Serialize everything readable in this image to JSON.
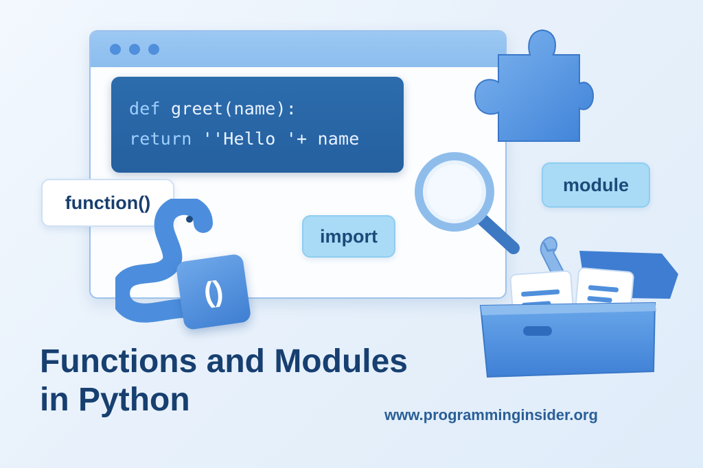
{
  "window": {
    "code": {
      "line1": {
        "keyword": "def",
        "rest": " greet(name):"
      },
      "line2": {
        "keyword": "return",
        "rest": " ''Hello '+ name"
      }
    }
  },
  "tags": {
    "function": "function()",
    "import": "import",
    "module": "module"
  },
  "block_icon_text": "()",
  "headline": {
    "line1": "Functions and Modules",
    "line2": "in Python"
  },
  "website": "www.programminginsider.org",
  "icons": [
    "puzzle-piece-icon",
    "magnifying-glass-icon",
    "python-snake-icon",
    "toolbox-icon",
    "wrench-icon",
    "document-icon"
  ],
  "colors": {
    "primary_blue": "#4a8ee0",
    "dark_navy": "#173f70",
    "code_bg": "#2c6cad",
    "pill_bg": "#a9dbf6"
  }
}
